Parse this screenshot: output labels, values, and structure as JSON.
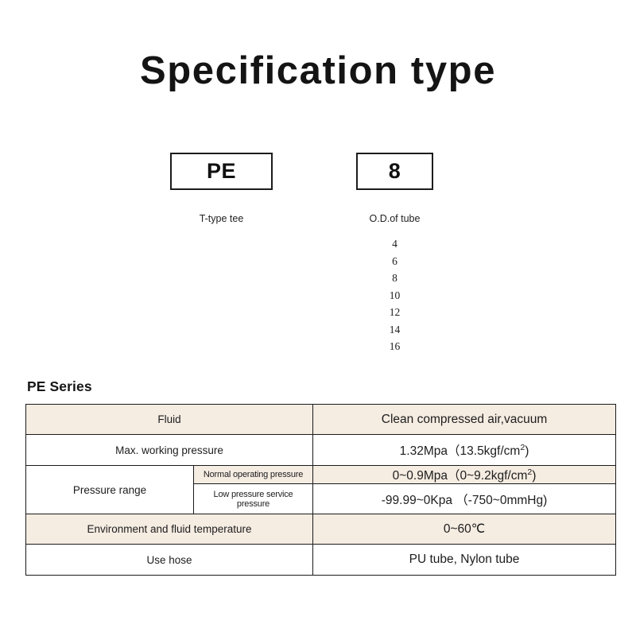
{
  "title": "Specification type",
  "spec_selector": {
    "boxes": [
      {
        "code": "PE",
        "caption": "T-type tee"
      },
      {
        "code": "8",
        "caption": "O.D.of tube"
      }
    ],
    "tube_sizes": [
      "4",
      "6",
      "8",
      "10",
      "12",
      "14",
      "16"
    ]
  },
  "series": {
    "heading": "PE Series",
    "rows": [
      {
        "label": "Fluid",
        "value": "Clean compressed air,vacuum",
        "shaded": true
      },
      {
        "label": "Max. working pressure",
        "value_main": "1.32Mpa",
        "value_paren_open": "（",
        "value_paren_body": "13.5kgf/cm",
        "value_sup": "2",
        "value_paren_close": ")",
        "shaded": false
      },
      {
        "label": "Pressure range",
        "sublabel": "Normal operating pressure",
        "value_main": "0~0.9Mpa",
        "value_paren_open": "（",
        "value_paren_body": "0~9.2kgf/cm",
        "value_sup": "2",
        "value_paren_close": ")",
        "shaded": true
      },
      {
        "sublabel": "Low pressure service pressure",
        "value": "-99.99~0Kpa （-750~0mmHg)",
        "shaded": false
      },
      {
        "label": "Environment and fluid temperature",
        "value": "0~60℃",
        "shaded": true
      },
      {
        "label": "Use hose",
        "value": "PU tube, Nylon tube",
        "shaded": false
      }
    ]
  },
  "colors": {
    "shaded_row": "#f5ece2",
    "border": "#1b1b1b",
    "text": "#1d1d1d"
  }
}
